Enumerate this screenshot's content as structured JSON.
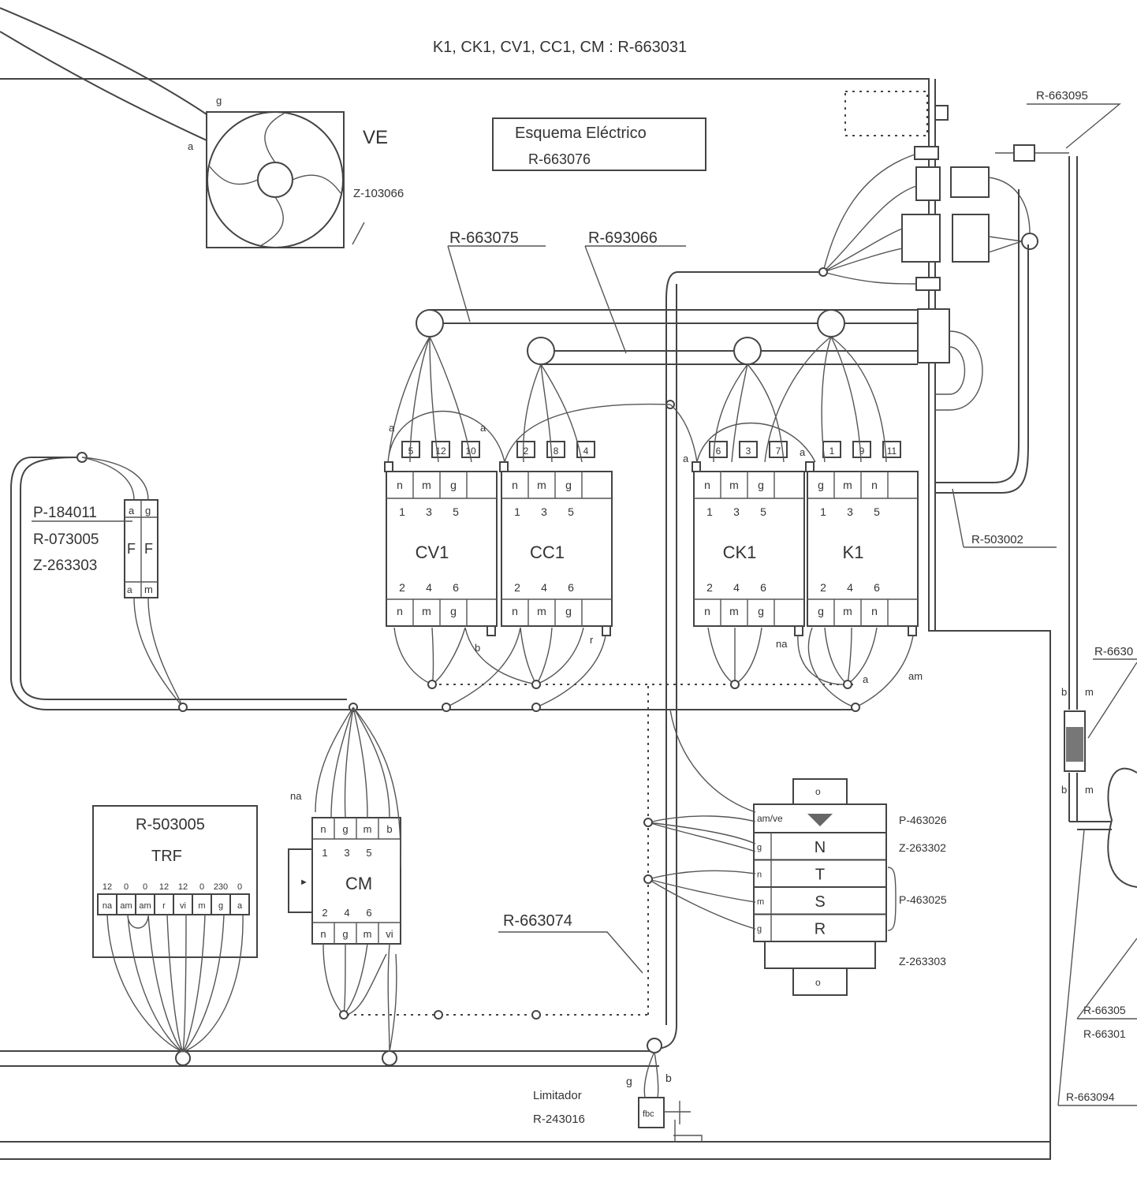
{
  "header": {
    "contactors_ref": "K1, CK1, CV1, CC1, CM : R-663031"
  },
  "title_box": {
    "title": "Esquema Eléctrico",
    "ref": "R-663076"
  },
  "fan": {
    "name": "VE",
    "ref": "Z-103066",
    "wire_a": "a",
    "wire_g": "g"
  },
  "harness": {
    "h1": "R-663075",
    "h2": "R-693066",
    "h3": "R-663074",
    "h4": "R-503002"
  },
  "fuses": {
    "refs": [
      "P-184011",
      "R-073005",
      "Z-263303"
    ],
    "top": [
      "a",
      "g"
    ],
    "mid": [
      "F",
      "F"
    ],
    "bottom": [
      "a",
      "m"
    ]
  },
  "contactors": [
    {
      "name": "CV1",
      "aux": [
        "5",
        "12",
        "10"
      ],
      "top": [
        "n",
        "m",
        "g"
      ],
      "bottom": [
        "n",
        "m",
        "g"
      ],
      "in": [
        "1",
        "3",
        "5"
      ],
      "out": [
        "2",
        "4",
        "6"
      ]
    },
    {
      "name": "CC1",
      "aux": [
        "2",
        "8",
        "4"
      ],
      "top": [
        "n",
        "m",
        "g"
      ],
      "bottom": [
        "n",
        "m",
        "g"
      ],
      "in": [
        "1",
        "3",
        "5"
      ],
      "out": [
        "2",
        "4",
        "6"
      ]
    },
    {
      "name": "CK1",
      "aux": [
        "6",
        "3",
        "7"
      ],
      "top": [
        "n",
        "m",
        "g"
      ],
      "bottom": [
        "n",
        "m",
        "g"
      ],
      "in": [
        "1",
        "3",
        "5"
      ],
      "out": [
        "2",
        "4",
        "6"
      ]
    },
    {
      "name": "K1",
      "aux": [
        "1",
        "9",
        "11"
      ],
      "top": [
        "g",
        "m",
        "n"
      ],
      "bottom": [
        "g",
        "m",
        "n"
      ],
      "in": [
        "1",
        "3",
        "5"
      ],
      "out": [
        "2",
        "4",
        "6"
      ]
    }
  ],
  "wire_labels": {
    "a1": "a",
    "a2": "a",
    "a3": "a",
    "a4": "a",
    "b": "b",
    "r": "r",
    "na": "na",
    "am": "am",
    "na2": "na",
    "a5": "a"
  },
  "transformer": {
    "ref": "R-503005",
    "name": "TRF",
    "volts": [
      "12",
      "0",
      "0",
      "12",
      "12",
      "0",
      "230",
      "0"
    ],
    "wires": [
      "na",
      "am",
      "am",
      "r",
      "vi",
      "m",
      "g",
      "a"
    ]
  },
  "cm": {
    "name": "CM",
    "top": [
      "n",
      "g",
      "m",
      "b"
    ],
    "in": [
      "1",
      "3",
      "5"
    ],
    "out": [
      "2",
      "4",
      "6"
    ],
    "bottom": [
      "n",
      "g",
      "m",
      "vi"
    ]
  },
  "terminal": {
    "rows": [
      "N",
      "T",
      "S",
      "R"
    ],
    "left": [
      "am/ve",
      "g",
      "n",
      "m",
      "g"
    ],
    "refs": [
      "P-463026",
      "Z-263302",
      "P-463025",
      "Z-263303"
    ]
  },
  "limiter": {
    "name": "Limitador",
    "ref": "R-243016",
    "box": "fbc",
    "w1": "g",
    "w2": "b"
  },
  "right_side": {
    "r1": "R-663095",
    "r2": "R-6630",
    "r3": "R-66305",
    "r4": "R-66301",
    "r5": "R-663094",
    "b1": "b",
    "m1": "m",
    "b2": "b",
    "m2": "m"
  }
}
